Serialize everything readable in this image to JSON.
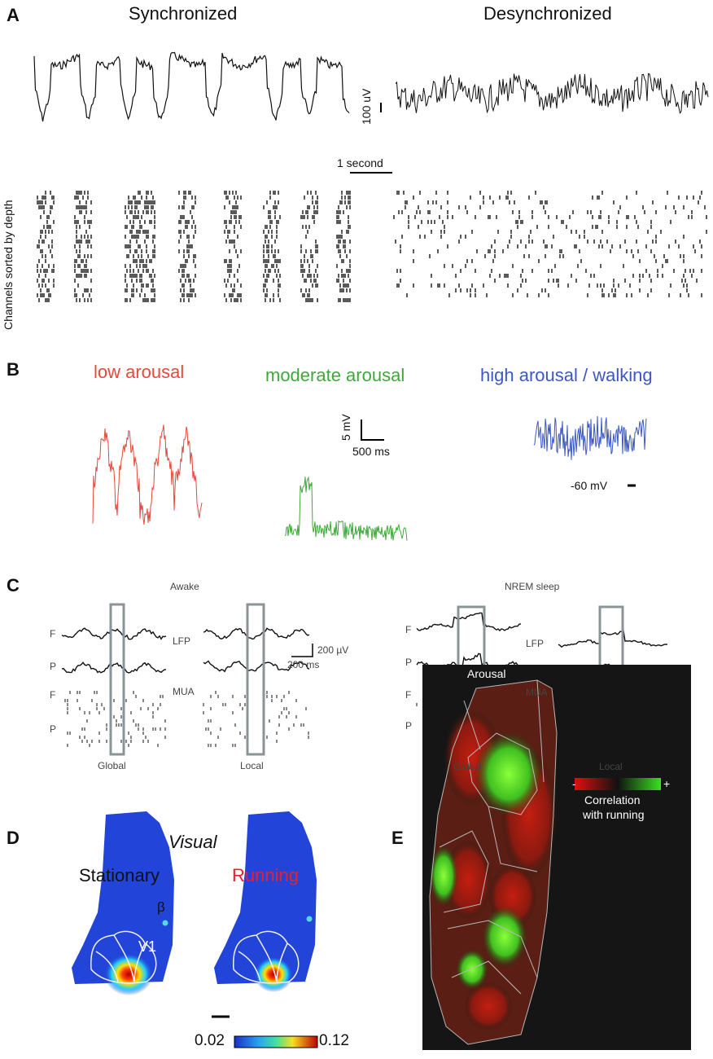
{
  "panelA": {
    "letter": "A",
    "sync_title": "Synchronized",
    "desync_title": "Desynchronized",
    "lfp_scale": "100 uV",
    "time_scale": "1 second",
    "ylabel": "Channels sorted by depth"
  },
  "panelB": {
    "letter": "B",
    "low": "low arousal",
    "moderate": "moderate arousal",
    "high": "high arousal / walking",
    "v_scale": "5 mV",
    "t_scale": "500 ms",
    "baseline": "-60 mV",
    "colors": {
      "low": "#e8473c",
      "moderate": "#3fa83a",
      "high": "#3b57c8"
    }
  },
  "panelC": {
    "letter": "C",
    "awake": "Awake",
    "nrem": "NREM sleep",
    "F": "F",
    "P": "P",
    "lfp": "LFP",
    "mua": "MUA",
    "v_scale": "200 µV",
    "t_scale": "200 ms",
    "global": "Global",
    "local": "Local"
  },
  "panelD": {
    "letter": "D",
    "title": "Visual",
    "stationary": "Stationary",
    "running": "Running",
    "beta": "β",
    "v1": "V1",
    "cmin": "0.02",
    "cmax": "0.12",
    "running_color": "#e8202a"
  },
  "panelE": {
    "letter": "E",
    "title": "Arousal",
    "minus": "-",
    "plus": "+",
    "caption_line1": "Correlation",
    "caption_line2": "with running"
  }
}
